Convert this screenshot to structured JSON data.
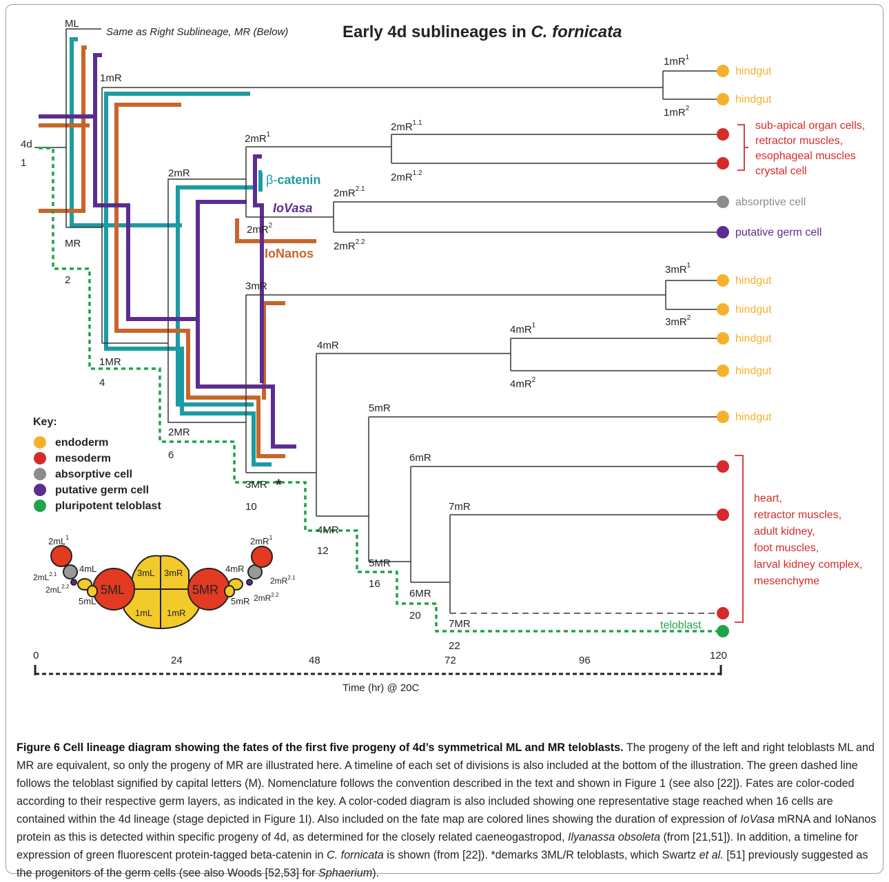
{
  "title_prefix": "Early 4d sublineages in ",
  "title_species": "C. fornicata",
  "ml_note": "Same as Right Sublineage, MR (Below)",
  "colors": {
    "endoderm": "#F6B12C",
    "mesoderm": "#D52B29",
    "absorptive": "#8C8C8C",
    "germ": "#5C2D91",
    "teloblast": "#1FA449",
    "beta_catenin": "#1B9BA3",
    "lovasa": "#5C2D91",
    "lonanos": "#C8652A",
    "tree": "#333333"
  },
  "node_labels": {
    "ml": "ML",
    "d4": "4d",
    "mr": "MR",
    "m1R": "1mR",
    "m1R1": "1mR",
    "m1R2": "1mR",
    "m2R": "2mR",
    "m2R1": "2mR",
    "m2R2": "2mR",
    "m2R11": "2mR",
    "m2R12": "2mR",
    "m2R21": "2mR",
    "m2R22": "2mR",
    "m3R": "3mR",
    "m3R1": "3mR",
    "m3R2": "3mR",
    "m4R": "4mR",
    "m4R1": "4mR",
    "m4R2": "4mR",
    "m5R": "5mR",
    "m6R": "6mR",
    "m7R": "7mR",
    "M1R": "1MR",
    "M2R": "2MR",
    "M3R": "3MR",
    "M4R": "4MR",
    "M5R": "5MR",
    "M6R": "6MR",
    "M7R": "7MR",
    "star": "*"
  },
  "superscripts": {
    "s1": "1",
    "s2": "2",
    "s11": "1.1",
    "s12": "1.2",
    "s21": "2.1",
    "s22": "2.2"
  },
  "cell_counts": [
    "1",
    "2",
    "4",
    "6",
    "10",
    "12",
    "16",
    "20",
    "22"
  ],
  "fates": {
    "f1": "hindgut",
    "f2": "hindgut",
    "f3": "sub-apical organ cells,",
    "f4": "retractor muscles,",
    "f5": "esophageal muscles",
    "f6": "crystal cell",
    "f7": "absorptive cell",
    "f8": "putative germ cell",
    "f9": "hindgut",
    "f10": "hindgut",
    "f11": "hindgut",
    "f12": "hindgut",
    "f13": "hindgut",
    "f14": "heart,",
    "f15": "retractor muscles,",
    "f16": "adult kidney,",
    "f17": "foot muscles,",
    "f18": "larval kidney complex,",
    "f19": "mesenchyme",
    "f20": "teloblast"
  },
  "markers": {
    "beta_prefix": "β-",
    "beta_rest": "catenin",
    "lovasa": "IoVasa",
    "lonanos": "IoNanos"
  },
  "key": {
    "title": "Key:",
    "items": [
      "endoderm",
      "mesoderm",
      "absorptive cell",
      "putative germ cell",
      "pluripotent teloblast"
    ]
  },
  "embryo": {
    "c2mL1": "2mL",
    "c2mL21": "2mL",
    "c2mL22": "2mL",
    "c4mL": "4mL",
    "c5mL": "5mL",
    "c5ML": "5ML",
    "c3mL": "3mL",
    "c1mL": "1mL",
    "c3mR": "3mR",
    "c1mR": "1mR",
    "c5MR": "5MR",
    "c4mR": "4mR",
    "c5mR": "5mR",
    "c2mR1": "2mR",
    "c2mR21": "2mR",
    "c2mR22": "2mR"
  },
  "timeline": {
    "ticks": [
      "0",
      "24",
      "48",
      "72",
      "96",
      "120"
    ],
    "label": "Time (hr)  @ 20C"
  },
  "caption": {
    "title": "Figure 6 Cell lineage diagram showing the fates of the first five progeny of 4d’s symmetrical ML and MR teloblasts.",
    "p1": " The progeny of the left and right teloblasts ML and MR are equivalent, so only the progeny of MR are illustrated here. A timeline of each set of divisions is also included at the bottom of the illustration. The green dashed line follows the teloblast signified by capital letters (M). Nomenclature follows the convention described in the text and shown in Figure 1 (see also [22]). Fates are color-coded according to their respective germ layers, as indicated in the key. A color-coded diagram is also included showing one representative stage reached when 16 cells are contained within the 4d lineage (stage depicted in Figure 1I). Also included on the fate map are colored lines showing the duration of expression of ",
    "i1": "IoVasa",
    "p2": " mRNA and IoNanos protein as this is detected within specific progeny of 4d, as determined for the closely related caeneogastropod, ",
    "i2": "Ilyanassa obsoleta",
    "p3": " (from [21,51]). In addition, a timeline for expression of green fluorescent protein-tagged beta-catenin in ",
    "i3": "C. fornicata",
    "p4": " is shown (from [22]). *demarks 3ML/R teloblasts, which Swartz ",
    "i4": "et al.",
    "p5": " [51] previously suggested as the progenitors of the germ cells (see also Woods [52,53] for ",
    "i5": "Sphaerium",
    "p6": ")."
  }
}
